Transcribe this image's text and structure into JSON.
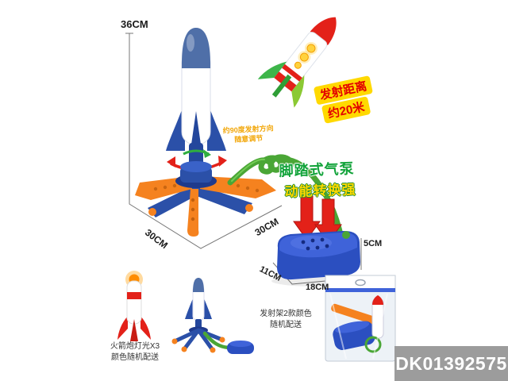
{
  "page": {
    "background": "#ffffff"
  },
  "product_code": "DK01392575",
  "dimensions": {
    "launcher_height": "36CM",
    "base_left": "30CM",
    "base_right": "30CM",
    "pump_width": "11CM",
    "pump_length": "18CM",
    "pump_height": "5CM"
  },
  "callouts": {
    "direction_note": {
      "line1": "约90度发射方向",
      "line2": "随意调节"
    },
    "distance_badge": {
      "line1": "发射距离",
      "line2": "约20米"
    },
    "pump_feature": {
      "line1": "脚踏式气泵",
      "line2": "动能转换强"
    },
    "rocket_lights_note": {
      "line1": "火箭炮灯光X3",
      "line2": "颜色随机配送"
    },
    "launcher_note": {
      "line1": "发射架2款颜色",
      "line2": "随机配送"
    }
  },
  "colors": {
    "red": "#e32119",
    "badge_bg": "#ffd900",
    "badge_text": "#e30000",
    "green_text": "#12a33a",
    "yellow_text": "#ffd800",
    "tube_green": "#4aa636",
    "pump_blue": "#2b4fc0",
    "rocket_blue": "#2b50a8",
    "orange": "#f5821f",
    "code_bar_bg": "#9c9c9c",
    "code_text": "#ffffff"
  }
}
